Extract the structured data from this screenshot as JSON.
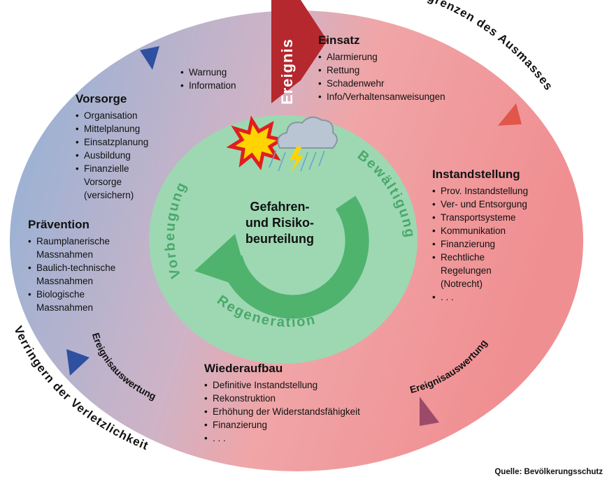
{
  "title": "Gefahren- und Risikobeurteilung",
  "center_lines": [
    "Gefahren-",
    "und Risiko-",
    "beurteilung"
  ],
  "inner_ring": {
    "vorbeugung": "Vorbeugung",
    "bewaeltigung": "Bewältigung",
    "regeneration": "Regeneration"
  },
  "outer_labels": {
    "begrenzen": "Begrenzen des Ausmasses",
    "verringern": "Verringern der Verletzlichkeit",
    "ereignis": "Ereignis",
    "auswertung_left": "Ereignisauswertung",
    "auswertung_right": "Ereignisauswertung"
  },
  "sections": {
    "warnung": {
      "items": [
        "Warnung",
        "Information"
      ]
    },
    "vorsorge": {
      "title": "Vorsorge",
      "items": [
        "Organisation",
        "Mittelplanung",
        "Einsatzplanung",
        "Ausbildung",
        "Finanzielle Vorsorge (versichern)"
      ]
    },
    "praevention": {
      "title": "Prävention",
      "items": [
        "Raumplanerische Massnahmen",
        "Baulich-technische Massnahmen",
        "Biologische Massnahmen"
      ]
    },
    "einsatz": {
      "title": "Einsatz",
      "items": [
        "Alarmierung",
        "Rettung",
        "Schadenwehr",
        "Info/Verhaltensanweisungen"
      ]
    },
    "instandstellung": {
      "title": "Instandstellung",
      "items": [
        "Prov. Instandstellung",
        "Ver- und Entsorgung",
        "Transportsysteme",
        "Kommunikation",
        "Finanzierung",
        "Rechtliche Regelungen (Notrecht)",
        ". . ."
      ]
    },
    "wiederaufbau": {
      "title": "Wiederaufbau",
      "items": [
        "Definitive Instandstellung",
        "Rekonstruktion",
        "Erhöhung der Widerstandsfähigkeit",
        "Finanzierung",
        ". . ."
      ]
    }
  },
  "source": "Quelle: Bevölkerungsschutz",
  "colors": {
    "blue": "#93b3d6",
    "pink": "#f2a0a2",
    "inner_fill": "#9dd8b3",
    "inner_text": "#4aa86a",
    "arrow_green": "#4fb36e",
    "event_arrow": "#b5282e",
    "marker_blue": "#2f4fa0",
    "marker_red": "#e2554a",
    "marker_mauve": "#9b4a6a"
  },
  "icons": [
    "explosion-icon",
    "storm-cloud-icon",
    "lightning-icon"
  ]
}
